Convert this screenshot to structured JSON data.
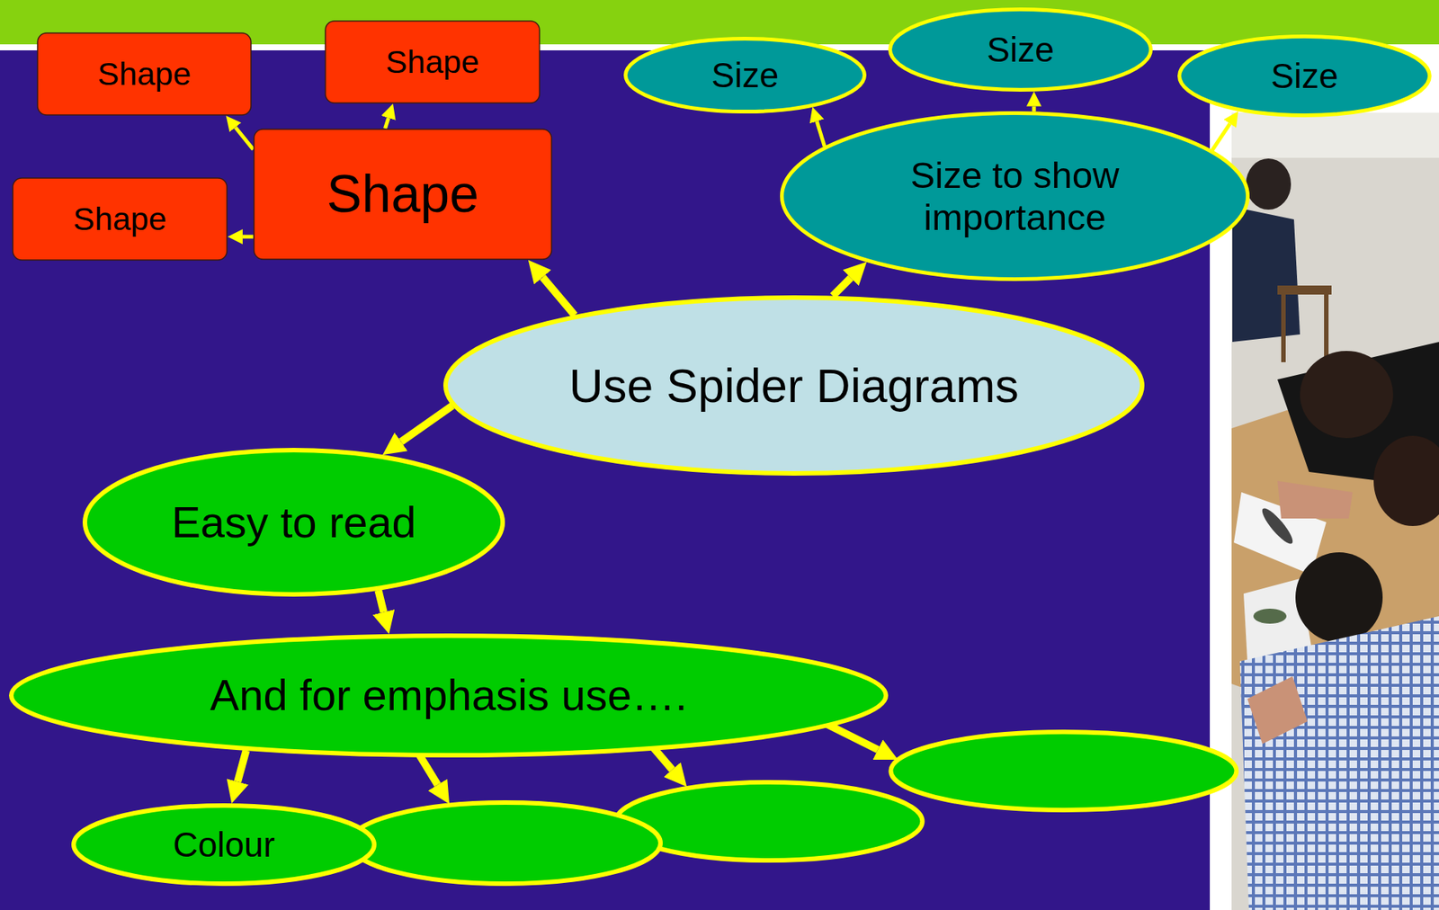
{
  "diagram": {
    "nodes": [
      {
        "text": [
          "Shape"
        ]
      },
      {
        "text": [
          "Shape"
        ]
      },
      {
        "text": [
          "Size"
        ]
      },
      {
        "text": [
          "Size"
        ]
      },
      {
        "text": [
          "Size"
        ]
      },
      {
        "text": [
          "Shape"
        ]
      },
      {
        "text": [
          "Shape"
        ]
      },
      {
        "text": [
          "Size to show importance"
        ]
      },
      {
        "text": [
          "Use Spider Diagrams"
        ]
      },
      {
        "text": [
          "Easy to read"
        ]
      },
      {
        "text": [
          "And for emphasis use…."
        ]
      },
      {
        "text": [
          "Colour"
        ]
      }
    ],
    "edges": [
      {
        "from": 8,
        "to": 5,
        "arrow": "to"
      },
      {
        "from": 8,
        "to": 7,
        "arrow": "to"
      },
      {
        "from": 8,
        "to": 9,
        "arrow": "to"
      },
      {
        "from": 9,
        "to": 10,
        "arrow": "to"
      },
      {
        "from": 10,
        "to": 11,
        "arrow": "to"
      },
      {
        "from": 5,
        "to": 0,
        "arrow": "to"
      },
      {
        "from": 5,
        "to": 1,
        "arrow": "to"
      },
      {
        "from": 5,
        "to": 6,
        "arrow": "to"
      },
      {
        "from": 7,
        "to": 2,
        "arrow": "to"
      },
      {
        "from": 7,
        "to": 3,
        "arrow": "to"
      },
      {
        "from": 7,
        "to": 4,
        "arrow": "to"
      }
    ]
  }
}
